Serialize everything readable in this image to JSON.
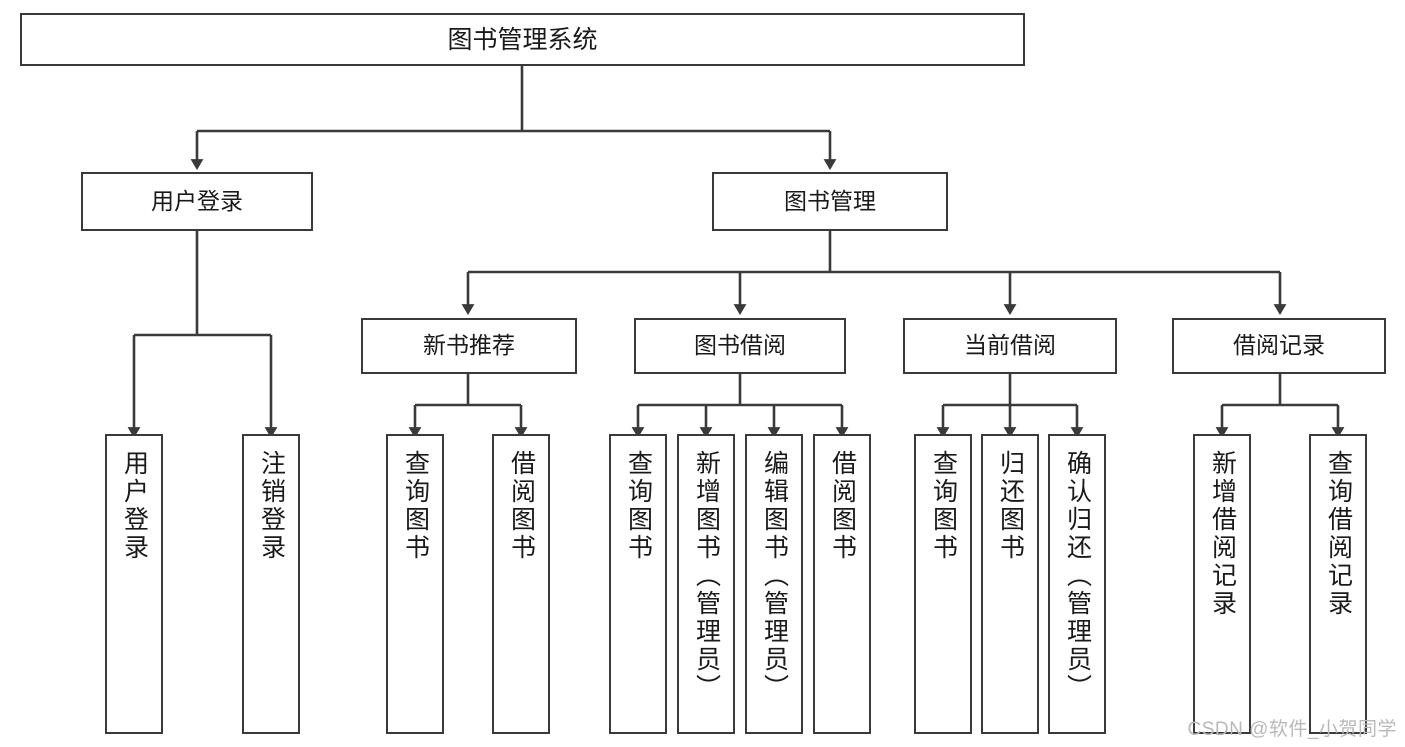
{
  "diagram": {
    "title": "图书管理系统",
    "type": "tree-hierarchy",
    "watermark": "CSDN @软件_小贺同学",
    "colors": {
      "background": "#ffffff",
      "box_border": "#3a3a3a",
      "box_fill": "#ffffff",
      "connector": "#3a3a3a",
      "text": "#1a1a1a",
      "watermark": "#b9b9b9"
    }
  },
  "nodes": {
    "root": {
      "label": "图书管理系统"
    },
    "level1": [
      {
        "id": "user-login",
        "label": "用户登录"
      },
      {
        "id": "book-management",
        "label": "图书管理"
      }
    ],
    "level2": [
      {
        "id": "new-book-recommend",
        "label": "新书推荐"
      },
      {
        "id": "book-borrow",
        "label": "图书借阅"
      },
      {
        "id": "current-borrow",
        "label": "当前借阅"
      },
      {
        "id": "borrow-record",
        "label": "借阅记录"
      }
    ],
    "leaves": {
      "user_login": [
        {
          "id": "leaf-user-login",
          "label": "用户登录"
        },
        {
          "id": "leaf-logout-login",
          "label": "注销登录"
        }
      ],
      "new_book_recommend": [
        {
          "id": "leaf-query-books-1",
          "label": "查询图书"
        },
        {
          "id": "leaf-borrow-books-1",
          "label": "借阅图书"
        }
      ],
      "book_borrow": [
        {
          "id": "leaf-query-books-2",
          "label": "查询图书"
        },
        {
          "id": "leaf-add-book-admin",
          "label": "新增图书（管理员）"
        },
        {
          "id": "leaf-edit-book-admin",
          "label": "编辑图书（管理员）"
        },
        {
          "id": "leaf-borrow-books-2",
          "label": "借阅图书"
        }
      ],
      "current_borrow": [
        {
          "id": "leaf-query-books-3",
          "label": "查询图书"
        },
        {
          "id": "leaf-return-books",
          "label": "归还图书"
        },
        {
          "id": "leaf-confirm-return-admin",
          "label": "确认归还（管理员）"
        }
      ],
      "borrow_record": [
        {
          "id": "leaf-add-borrow-record",
          "label": "新增借阅记录"
        },
        {
          "id": "leaf-query-borrow-record",
          "label": "查询借阅记录"
        }
      ]
    }
  }
}
